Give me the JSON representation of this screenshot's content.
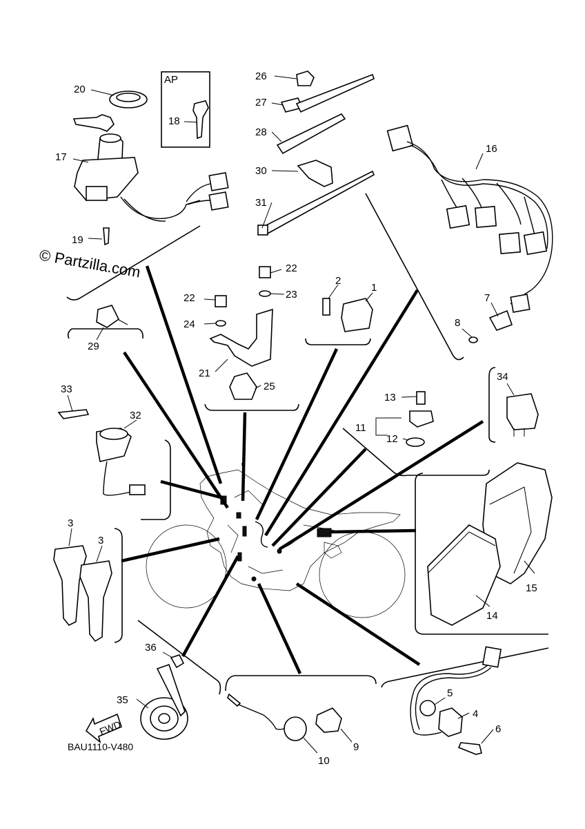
{
  "diagram": {
    "watermark": "© Partzilla.com",
    "drawing_code": "BAU1110-V480",
    "ap_box_label": "AP",
    "fwd_label": "FWD",
    "callouts": {
      "c1": "1",
      "c2": "2",
      "c3a": "3",
      "c3b": "3",
      "c4": "4",
      "c5": "5",
      "c6": "6",
      "c7": "7",
      "c8": "8",
      "c9": "9",
      "c10": "10",
      "c11": "11",
      "c12": "12",
      "c13": "13",
      "c14": "14",
      "c15": "15",
      "c16": "16",
      "c17": "17",
      "c18": "18",
      "c19": "19",
      "c20": "20",
      "c21": "21",
      "c22a": "22",
      "c22b": "22",
      "c23": "23",
      "c24": "24",
      "c25": "25",
      "c26": "26",
      "c27": "27",
      "c28": "28",
      "c29": "29",
      "c30": "30",
      "c31": "31",
      "c32": "32",
      "c33": "33",
      "c34": "34",
      "c35": "35",
      "c36": "36"
    }
  }
}
